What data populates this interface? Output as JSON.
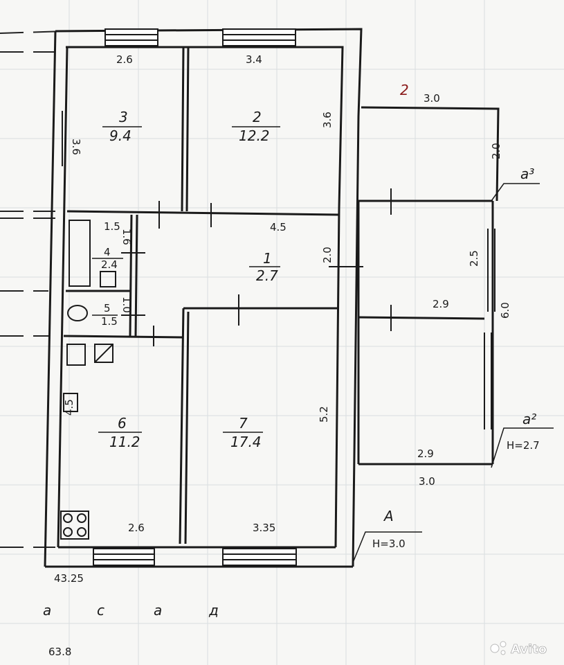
{
  "rooms": [
    {
      "number": "3",
      "area": "9.4"
    },
    {
      "number": "2",
      "area": "12.2"
    },
    {
      "number": "1",
      "area": "2.7"
    },
    {
      "number": "4",
      "area": "2.4"
    },
    {
      "number": "5",
      "area": "1.5"
    },
    {
      "number": "6",
      "area": "11.2"
    },
    {
      "number": "7",
      "area": "17.4"
    }
  ],
  "dimensions": [
    "2.6",
    "3.4",
    "3.6",
    "3.6",
    "4.5",
    "1.5",
    "1.6",
    "1.0",
    "2.0",
    "4.5",
    "5.2",
    "2.6",
    "3.35",
    "3.0",
    "2.0",
    "2.5",
    "2.9",
    "6.0",
    "2.9",
    "3.0"
  ],
  "annex_markers": {
    "red_label": "2",
    "a3": "а³",
    "a2": "а²",
    "a2_height": "Н=2.7",
    "A": "А",
    "A_height": "Н=3.0"
  },
  "footer": {
    "total_1": "43.25",
    "letters": [
      "а",
      "с",
      "а",
      "д"
    ],
    "total_2": "63.8"
  },
  "watermark": "Avito"
}
